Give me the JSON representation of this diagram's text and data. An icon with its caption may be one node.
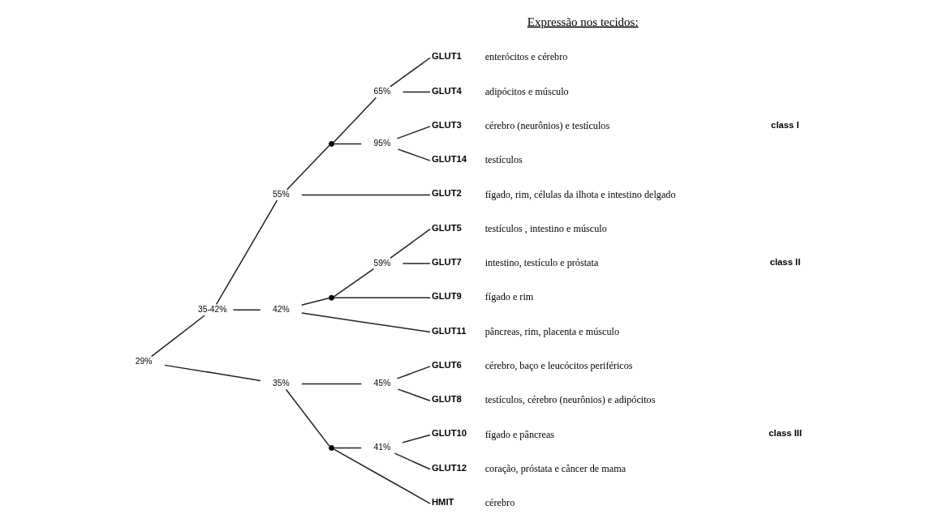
{
  "diagram": {
    "nodes": [
      {
        "text": [
          "29%"
        ]
      },
      {
        "text": [
          "35-42%"
        ]
      },
      {
        "text": [
          "55%"
        ]
      },
      {
        "text": [],
        "shape": "point"
      },
      {
        "text": [
          "65%"
        ]
      },
      {
        "text": [
          "GLUT1"
        ],
        "beside": [
          "enterócitos e cérebro"
        ]
      },
      {
        "text": [
          "GLUT4"
        ],
        "beside": [
          "adipócitos e músculo"
        ]
      },
      {
        "text": [
          "95%"
        ]
      },
      {
        "text": [
          "GLUT3"
        ],
        "beside": [
          "cérebro (neurônios) e testículos"
        ]
      },
      {
        "text": [
          "GLUT14"
        ],
        "beside": [
          "testículos"
        ]
      },
      {
        "text": [
          "GLUT2"
        ],
        "beside": [
          "fígado, rim, células da ilhota e intestino delgado"
        ]
      },
      {
        "text": [
          "42%"
        ]
      },
      {
        "text": [],
        "shape": "point"
      },
      {
        "text": [
          "59%"
        ]
      },
      {
        "text": [
          "GLUT5"
        ],
        "beside": [
          "testículos , intestino e músculo"
        ]
      },
      {
        "text": [
          "GLUT7"
        ],
        "beside": [
          "intestino, testículo e próstata"
        ]
      },
      {
        "text": [
          "GLUT9"
        ],
        "beside": [
          "fígado e rim"
        ]
      },
      {
        "text": [
          "GLUT11"
        ],
        "beside": [
          "pâncreas, rim, placenta e músculo"
        ]
      },
      {
        "text": [
          "35%"
        ]
      },
      {
        "text": [
          "45%"
        ]
      },
      {
        "text": [
          "GLUT6"
        ],
        "beside": [
          "cérebro, baço e leucócitos periféricos"
        ]
      },
      {
        "text": [
          "GLUT8"
        ],
        "beside": [
          "testículos, cérebro (neurônios) e adipócitos"
        ]
      },
      {
        "text": [],
        "shape": "point"
      },
      {
        "text": [
          "41%"
        ]
      },
      {
        "text": [
          "GLUT10"
        ],
        "beside": [
          "fígado e pâncreas"
        ]
      },
      {
        "text": [
          "GLUT12"
        ],
        "beside": [
          "coração, próstata e câncer de mama"
        ]
      },
      {
        "text": [
          "HMIT"
        ],
        "beside": [
          "cérebro"
        ]
      }
    ],
    "edges": [
      {
        "from": 0,
        "to": 1,
        "arrow": "none"
      },
      {
        "from": 0,
        "to": 18,
        "arrow": "none"
      },
      {
        "from": 1,
        "to": 2,
        "arrow": "none"
      },
      {
        "from": 1,
        "to": 11,
        "arrow": "none"
      },
      {
        "from": 2,
        "to": 3,
        "arrow": "none"
      },
      {
        "from": 2,
        "to": 10,
        "arrow": "none"
      },
      {
        "from": 3,
        "to": 4,
        "arrow": "none"
      },
      {
        "from": 3,
        "to": 7,
        "arrow": "none"
      },
      {
        "from": 4,
        "to": 5,
        "arrow": "none"
      },
      {
        "from": 4,
        "to": 6,
        "arrow": "none"
      },
      {
        "from": 7,
        "to": 8,
        "arrow": "none"
      },
      {
        "from": 7,
        "to": 9,
        "arrow": "none"
      },
      {
        "from": 11,
        "to": 12,
        "arrow": "none"
      },
      {
        "from": 11,
        "to": 17,
        "arrow": "none"
      },
      {
        "from": 12,
        "to": 13,
        "arrow": "none"
      },
      {
        "from": 12,
        "to": 16,
        "arrow": "none"
      },
      {
        "from": 13,
        "to": 14,
        "arrow": "none"
      },
      {
        "from": 13,
        "to": 15,
        "arrow": "none"
      },
      {
        "from": 18,
        "to": 19,
        "arrow": "none"
      },
      {
        "from": 18,
        "to": 22,
        "arrow": "none"
      },
      {
        "from": 19,
        "to": 20,
        "arrow": "none"
      },
      {
        "from": 19,
        "to": 21,
        "arrow": "none"
      },
      {
        "from": 22,
        "to": 23,
        "arrow": "none"
      },
      {
        "from": 22,
        "to": 26,
        "arrow": "none"
      },
      {
        "from": 23,
        "to": 24,
        "arrow": "none"
      },
      {
        "from": 23,
        "to": 25,
        "arrow": "none"
      }
    ],
    "labels": [
      "Expressão nos tecidos:",
      "class I",
      "class II",
      "class III"
    ]
  }
}
